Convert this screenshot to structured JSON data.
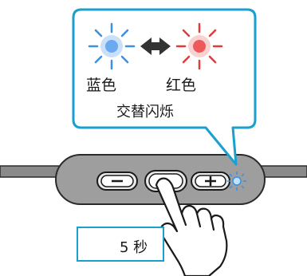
{
  "labels": {
    "blue": "蓝色",
    "red": "红色",
    "alternate": "交替闪烁"
  },
  "timer": {
    "text": "5 秒"
  },
  "buttons": {
    "minus": "minus",
    "middle": "multi-function",
    "plus": "plus"
  },
  "icons": {
    "blue_led": "blue-led-flash-icon",
    "red_led": "red-led-flash-icon",
    "swap": "double-arrow-icon",
    "timer": "stopwatch-icon",
    "hand": "pointing-hand-icon"
  },
  "colors": {
    "callout_border": "#1aa0cf",
    "blue_led": "#3d8fe0",
    "red_led": "#e33a3a",
    "remote_fill": "#9e9e9e",
    "cable": "#8a8a8a"
  }
}
